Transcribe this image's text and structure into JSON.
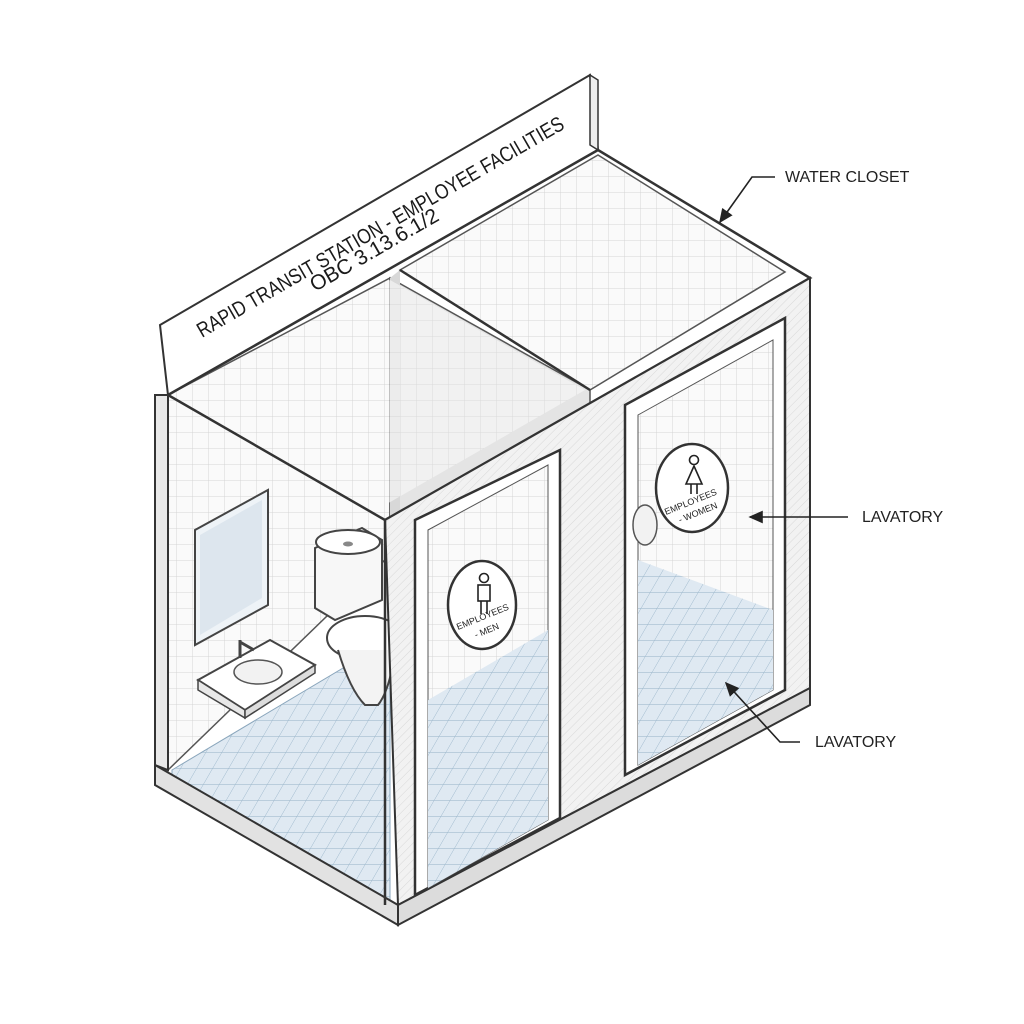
{
  "sign": {
    "line1": "RAPID TRANSIT STATION - EMPLOYEE FACILITIES",
    "line2": "OBC 3.13.6.1/2"
  },
  "callouts": {
    "water_closet": "WATER CLOSET",
    "lavatory_upper": "LAVATORY",
    "lavatory_lower": "LAVATORY"
  },
  "door_signs": {
    "men": {
      "line1": "EMPLOYEES",
      "line2": "- MEN"
    },
    "women": {
      "line1": "EMPLOYEES",
      "line2": "- WOMEN"
    }
  },
  "colors": {
    "floor_tile": "#dfe9f2",
    "floor_grid": "#9db8cc",
    "wall_grid": "#d5d5d5",
    "outline": "#333333"
  },
  "icons": [
    "man-pictogram-icon",
    "woman-pictogram-icon",
    "toilet-icon",
    "sink-icon",
    "mirror-icon"
  ]
}
